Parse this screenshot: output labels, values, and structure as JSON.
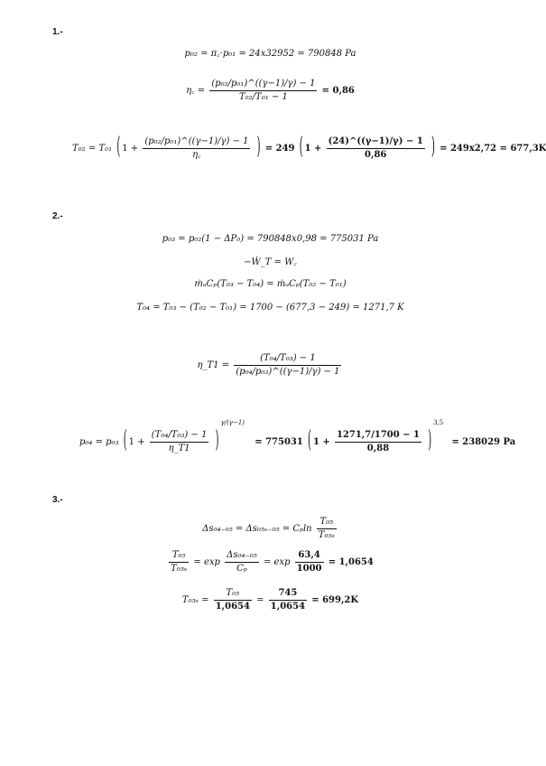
{
  "sections": [
    "1.-",
    "2.-",
    "3.-"
  ],
  "s1": {
    "eq1": "p₀₂ = π꜀·p₀₁ = 24x32952 =  790848 Pa",
    "eq2_lhs": "η꜀ =",
    "eq2_num": "(p₀₂/p₀₁)^((γ−1)/γ) − 1",
    "eq2_den": "T₀₂/T₀₁ − 1",
    "eq2_rhs": "= 0,86",
    "eq3_lhs": "T₀₂ = T₀₁",
    "eq3_num1": "(p₀₂/p₀₁)^((γ−1)/γ) − 1",
    "eq3_den1": "η꜀",
    "eq3_mid": "= 249",
    "eq3_num2": "(24)^((γ−1)/γ) − 1",
    "eq3_den2": "0,86",
    "eq3_rhs": "=  249x2,72 = 677,3K"
  },
  "s2": {
    "eq1": "p₀₃ = p₀₂(1 − ΔP₀) = 790848x0,98 = 775031 Pa",
    "eq2": "−Ẇ_T = W꜀",
    "eq3": "ṁₐCₚ(T₀₃ − T₀₄) = ṁₐCₚ(T₀₂ − T₀₁)",
    "eq4": "T₀₄ = T₀₃ − (T₀₂ − T₀₁)   = 1700 − (677,3 − 249) = 1271,7 K",
    "eq5_lhs": "η_T1 =",
    "eq5_num": "(T₀₄/T₀₃) − 1",
    "eq5_den": "(p₀₄/p₀₃)^((γ−1)/γ) − 1",
    "eq6_lhs": "p₀₄ = p₀₃",
    "eq6_num1": "(T₀₄/T₀₃) − 1",
    "eq6_den1": "η_T1",
    "eq6_exp1": "γ/(γ−1)",
    "eq6_mid": "= 775031",
    "eq6_num2": "1271,7/1700 − 1",
    "eq6_den2": "0,88",
    "eq6_exp2": "3,5",
    "eq6_rhs": "= 238029 Pa"
  },
  "s3": {
    "eq1_lhs": "Δs₀₄₋₀₅ = Δs₀₅ₛ₋₀₅ = Cₚln",
    "eq1_num": "T₀₅",
    "eq1_den": "T₀₅ₛ",
    "eq2_num1": "T₀₅",
    "eq2_den1": "T₀₅ₛ",
    "eq2_mid1": "=  exp",
    "eq2_num2": "Δs₀₄₋₀₅",
    "eq2_den2": "Cₚ",
    "eq2_mid2": "= exp",
    "eq2_num3": "63,4",
    "eq2_den3": "1000",
    "eq2_rhs": "= 1,0654",
    "eq3_lhs": "T₀₅ₛ =",
    "eq3_num1": "T₀₅",
    "eq3_den1": "1,0654",
    "eq3_num2": "745",
    "eq3_den2": "1,0654",
    "eq3_rhs": "= 699,2K"
  }
}
